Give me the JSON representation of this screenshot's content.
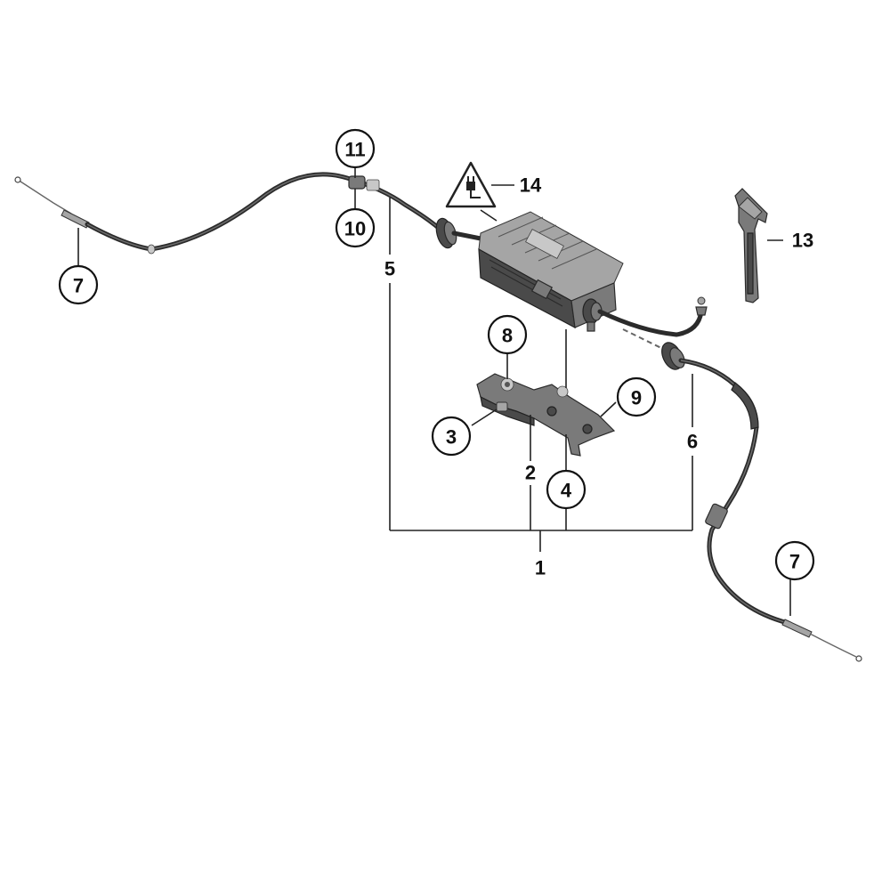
{
  "callouts": {
    "c1": "1",
    "c2": "2",
    "c3": "3",
    "c4": "4",
    "c5": "5",
    "c6": "6",
    "c7_left": "7",
    "c7_right": "7",
    "c8": "8",
    "c9": "9",
    "c10": "10",
    "c11": "11",
    "c13": "13",
    "c14": "14"
  },
  "icons": {
    "warning": "warning-electrical-plug-icon"
  },
  "colors": {
    "background": "#ffffff",
    "part": "#4a4a4a",
    "line": "#222222"
  }
}
